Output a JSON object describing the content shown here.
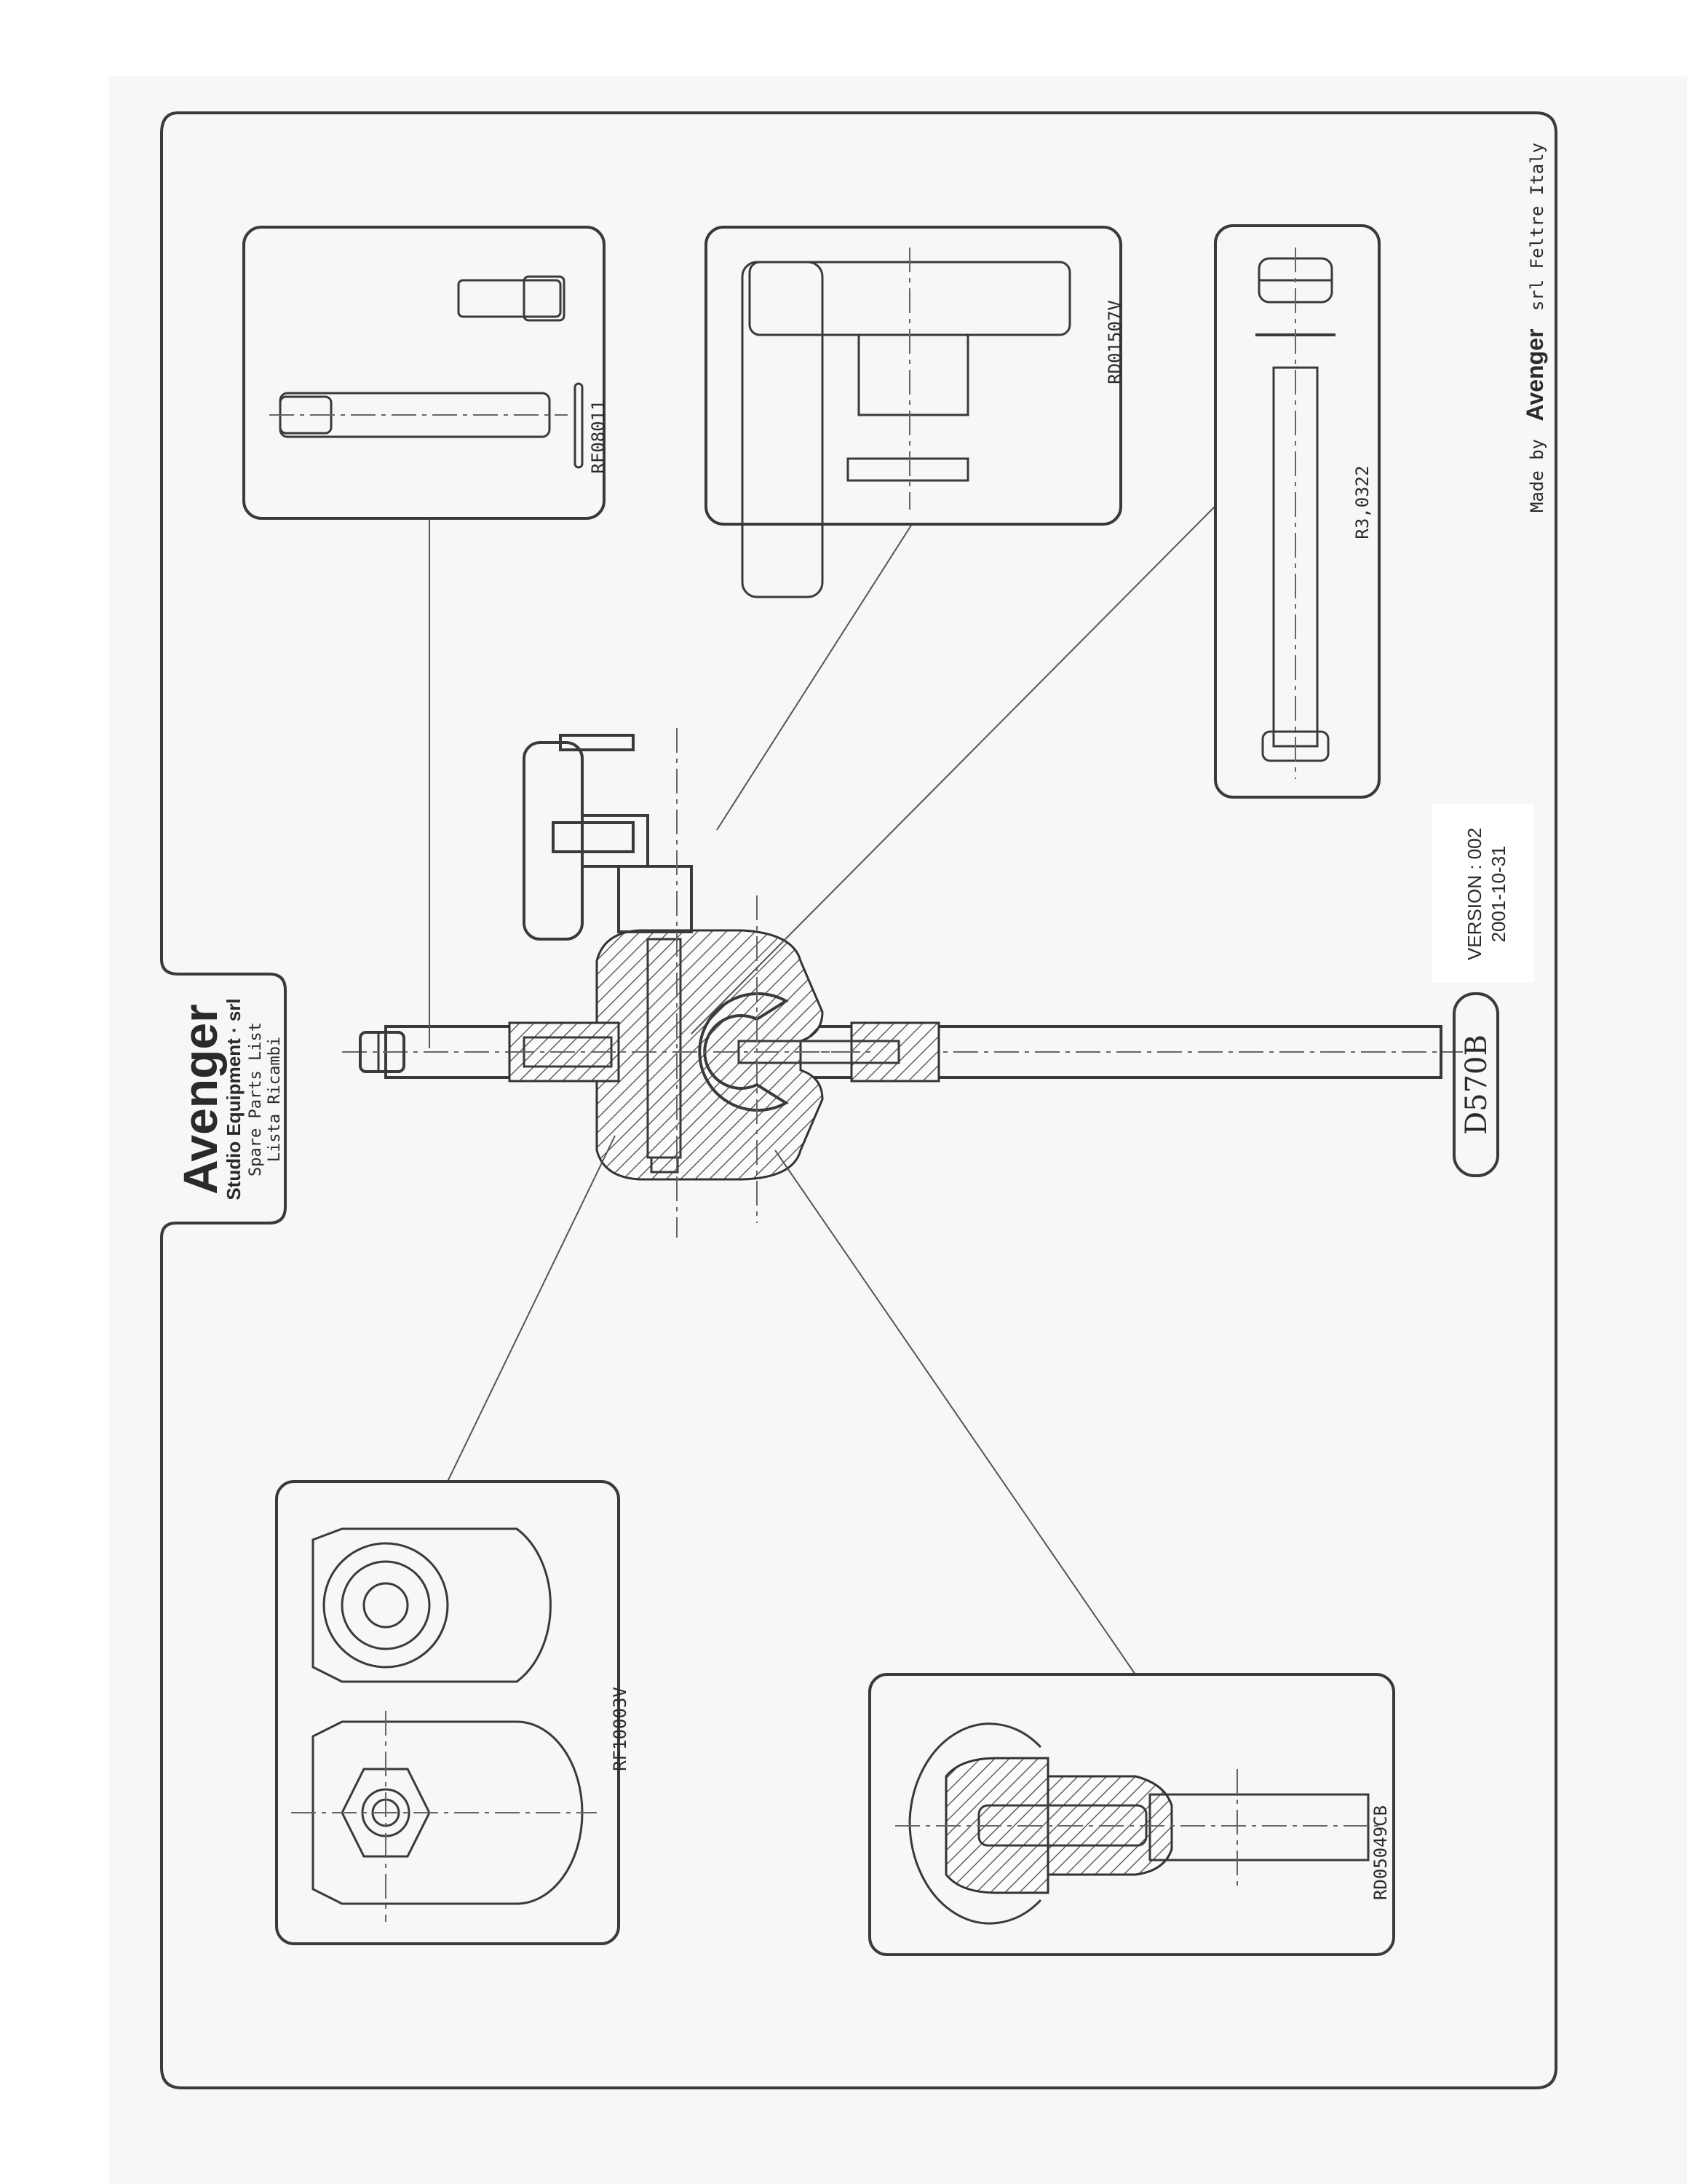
{
  "brand": {
    "name": "Avenger",
    "company": "Studio Equipment · srl",
    "subtitle_en": "Spare Parts List",
    "subtitle_it": "Lista Ricambi"
  },
  "parts": [
    {
      "code": "RF08011"
    },
    {
      "code": "RD01507V"
    },
    {
      "code": "R3,0322"
    },
    {
      "code": "RF10003V"
    },
    {
      "code": "RD05049CB"
    }
  ],
  "model": "D570B",
  "version": {
    "label": "VERSION : 002",
    "date": "2001-10-31"
  },
  "footer": {
    "made_by": "Made by",
    "brand": "Avenger",
    "suffix": "srl Feltre Italy"
  },
  "colors": {
    "ink": "#3a3a3a",
    "paper": "#f7f7f5"
  }
}
